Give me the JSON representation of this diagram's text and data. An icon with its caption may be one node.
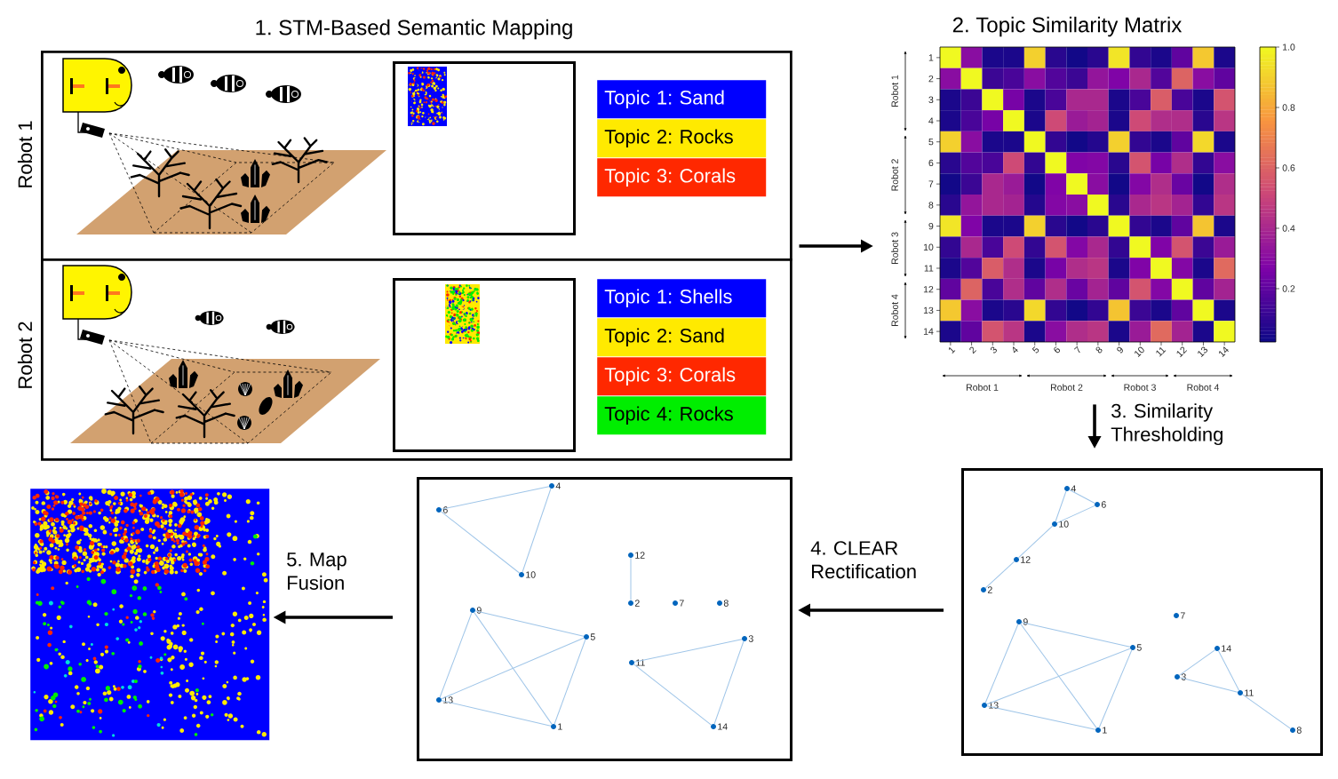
{
  "diagram": {
    "nodes": [
      {
        "text": [
          "1. STM-Based Semantic Mapping"
        ]
      },
      {
        "text": [
          "Robot 1"
        ],
        "in": 0
      },
      {
        "text": [],
        "shape": "box",
        "in": 1
      },
      {
        "text": [
          "Topic 1: Sand"
        ],
        "in": 1
      },
      {
        "text": [
          "Topic 2: Rocks"
        ],
        "in": 1
      },
      {
        "text": [
          "Topic 3: Corals"
        ],
        "in": 1
      },
      {
        "text": [
          "Robot 2"
        ],
        "in": 0
      },
      {
        "text": [],
        "shape": "box",
        "in": 6
      },
      {
        "text": [
          "Topic 1: Shells"
        ],
        "in": 6
      },
      {
        "text": [
          "Topic 2: Sand"
        ],
        "in": 6
      },
      {
        "text": [
          "Topic 3: Corals"
        ],
        "in": 6
      },
      {
        "text": [
          "Topic 4: Rocks"
        ],
        "in": 6
      },
      {
        "text": [
          "2. Topic Similarity Matrix"
        ]
      },
      {
        "text": [],
        "shape": "box"
      },
      {
        "text": [],
        "shape": "box"
      },
      {
        "text": [],
        "shape": "picture"
      },
      {
        "text": [
          "1"
        ],
        "in": 14
      },
      {
        "text": [
          "2"
        ],
        "in": 14
      },
      {
        "text": [
          "3"
        ],
        "in": 14
      },
      {
        "text": [
          "4"
        ],
        "in": 14
      },
      {
        "text": [
          "5"
        ],
        "in": 14
      },
      {
        "text": [
          "6"
        ],
        "in": 14
      },
      {
        "text": [
          "7"
        ],
        "in": 14
      },
      {
        "text": [
          "8"
        ],
        "in": 14
      },
      {
        "text": [
          "9"
        ],
        "in": 14
      },
      {
        "text": [
          "10"
        ],
        "in": 14
      },
      {
        "text": [
          "11"
        ],
        "in": 14
      },
      {
        "text": [
          "12"
        ],
        "in": 14
      },
      {
        "text": [
          "13"
        ],
        "in": 14
      },
      {
        "text": [
          "14"
        ],
        "in": 14
      },
      {
        "text": [
          "1"
        ],
        "in": 13
      },
      {
        "text": [
          "2"
        ],
        "in": 13
      },
      {
        "text": [
          "3"
        ],
        "in": 13
      },
      {
        "text": [
          "4"
        ],
        "in": 13
      },
      {
        "text": [
          "5"
        ],
        "in": 13
      },
      {
        "text": [
          "6"
        ],
        "in": 13
      },
      {
        "text": [
          "7"
        ],
        "in": 13
      },
      {
        "text": [
          "8"
        ],
        "in": 13
      },
      {
        "text": [
          "9"
        ],
        "in": 13
      },
      {
        "text": [
          "10"
        ],
        "in": 13
      },
      {
        "text": [
          "11"
        ],
        "in": 13
      },
      {
        "text": [
          "12"
        ],
        "in": 13
      },
      {
        "text": [
          "13"
        ],
        "in": 13
      },
      {
        "text": [
          "14"
        ],
        "in": 13
      }
    ],
    "edges": [
      {
        "from": 0,
        "to": 12,
        "arrow": "to",
        "style": "thick",
        "color": "#000000"
      },
      {
        "from": 12,
        "to": 13,
        "arrow": "to",
        "label": "3. Similarity Thresholding",
        "style": "thick",
        "color": "#000000"
      },
      {
        "from": 13,
        "to": 14,
        "arrow": "to",
        "label": "4. CLEAR Rectification",
        "style": "thick",
        "color": "#000000"
      },
      {
        "from": 14,
        "to": 15,
        "arrow": "to",
        "label": "5. Map Fusion",
        "style": "thick",
        "color": "#000000"
      },
      {
        "from": 21,
        "to": 19,
        "arrow": "none"
      },
      {
        "from": 19,
        "to": 25,
        "arrow": "none"
      },
      {
        "from": 21,
        "to": 25,
        "arrow": "none"
      },
      {
        "from": 27,
        "to": 17,
        "arrow": "none"
      },
      {
        "from": 24,
        "to": 20,
        "arrow": "none"
      },
      {
        "from": 24,
        "to": 28,
        "arrow": "none"
      },
      {
        "from": 24,
        "to": 16,
        "arrow": "none"
      },
      {
        "from": 28,
        "to": 20,
        "arrow": "none"
      },
      {
        "from": 28,
        "to": 16,
        "arrow": "none"
      },
      {
        "from": 20,
        "to": 16,
        "arrow": "none"
      },
      {
        "from": 26,
        "to": 18,
        "arrow": "none"
      },
      {
        "from": 18,
        "to": 29,
        "arrow": "none"
      },
      {
        "from": 26,
        "to": 29,
        "arrow": "none"
      },
      {
        "from": 33,
        "to": 35,
        "arrow": "none"
      },
      {
        "from": 33,
        "to": 39,
        "arrow": "none"
      },
      {
        "from": 35,
        "to": 39,
        "arrow": "none"
      },
      {
        "from": 39,
        "to": 41,
        "arrow": "none"
      },
      {
        "from": 41,
        "to": 31,
        "arrow": "none"
      },
      {
        "from": 38,
        "to": 34,
        "arrow": "none"
      },
      {
        "from": 38,
        "to": 42,
        "arrow": "none"
      },
      {
        "from": 38,
        "to": 30,
        "arrow": "none"
      },
      {
        "from": 42,
        "to": 34,
        "arrow": "none"
      },
      {
        "from": 42,
        "to": 30,
        "arrow": "none"
      },
      {
        "from": 34,
        "to": 30,
        "arrow": "none"
      },
      {
        "from": 43,
        "to": 32,
        "arrow": "none"
      },
      {
        "from": 43,
        "to": 40,
        "arrow": "none"
      },
      {
        "from": 32,
        "to": 40,
        "arrow": "none"
      },
      {
        "from": 40,
        "to": 37,
        "arrow": "none"
      }
    ],
    "labels": [
      "Robot 1",
      "Robot 2",
      "Robot 3",
      "Robot 4",
      "1",
      "2",
      "3",
      "4",
      "5",
      "6",
      "7",
      "8",
      "9",
      "10",
      "11",
      "12",
      "13",
      "14",
      "1.0",
      "0.8",
      "0.6",
      "0.4",
      "0.2",
      "1",
      "2",
      "3",
      "4",
      "5",
      "6",
      "7",
      "8",
      "9",
      "10",
      "11",
      "12",
      "13",
      "14",
      "Robot 1",
      "Robot 2",
      "Robot 3",
      "Robot 4"
    ]
  }
}
